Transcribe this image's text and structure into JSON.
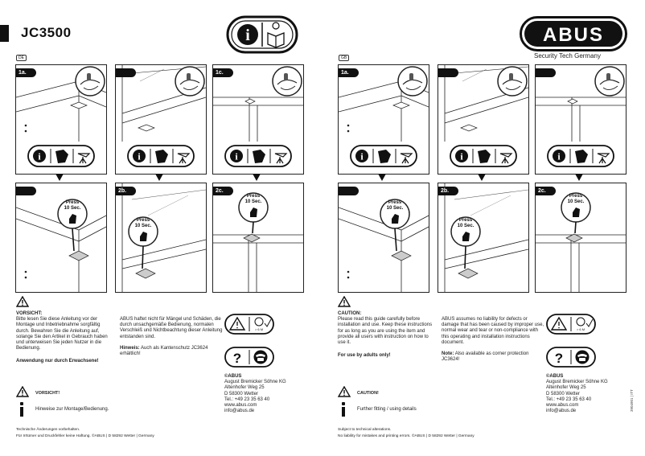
{
  "header": {
    "model": "JC3500",
    "brand": "ABUS",
    "tagline": "Security Tech Germany"
  },
  "left": {
    "lang": "DE",
    "steps": [
      "1a.",
      "",
      "1c.",
      "",
      "2b.",
      "2c."
    ],
    "press": "Press\n10 Sec.",
    "caution_title": "VORSICHT:",
    "caution_body": "Bitte lesen Sie diese Anleitung vor der Montage und Inbetriebnahme sorgfältig durch. Bewahren Sie die Anleitung auf, solange Sie den Artikel in Gebrauch haben und unterweisen Sie jeden Nutzer in die Bedienung.",
    "adults": "Anwendung nur durch Erwachsene!",
    "liability": "ABUS haftet nicht für Mängel und Schäden, die durch unsachgemäße Bedienung, normalen Verschleiß und Nichtbeachtung dieser Anleitung entstanden sind.",
    "note_label": "Hinweis:",
    "note_text": "Auch als Kantenschutz JC3624 erhältlich!",
    "warn_label": "VORSICHT!",
    "info_label": "Hinweise zur Montage/Bedienung.",
    "footer_1": "Technische Änderungen vorbehalten.",
    "footer_2": "Für Irrtümer und Druckfehler keine Haftung. ©ABUS | D 58292 Wetter | Germany"
  },
  "right": {
    "lang": "GB",
    "steps": [
      "1a.",
      "",
      "",
      "",
      "2b.",
      "2c."
    ],
    "press": "Press\n10 Sec.",
    "caution_title": "CAUTION:",
    "caution_body": "Please read this guide carefully before installation and use. Keep these instructions for as long as you are using the item and provide all users with instruction on how to use it.",
    "adults": "For use by adults only!",
    "liability": "ABUS assumes no liability for defects or damage that has been caused by improper use, normal wear and tear or non-compliance with this operating and installation instructions document.",
    "note_label": "Note:",
    "note_text": "Also available as corner protection JC3624!",
    "warn_label": "CAUTION!",
    "info_label": "Further fitting / using details",
    "footer_1": "Subject to technical alterations.",
    "footer_2": "No liability for mistakes and printing errors. ©ABUS | D 58292 Wetter | Germany"
  },
  "address": {
    "company": "©ABUS",
    "line1": "August Bremicker Söhne KG",
    "line2": "Altenhofer Weg 25",
    "line3": "D 58300 Wetter",
    "line4": "Tel.: +49 23 35 63 40",
    "line5": "www.abus.com",
    "line6": "info@abus.de"
  },
  "age_label": "> 6 M",
  "side_code": "3904901 | ITT"
}
